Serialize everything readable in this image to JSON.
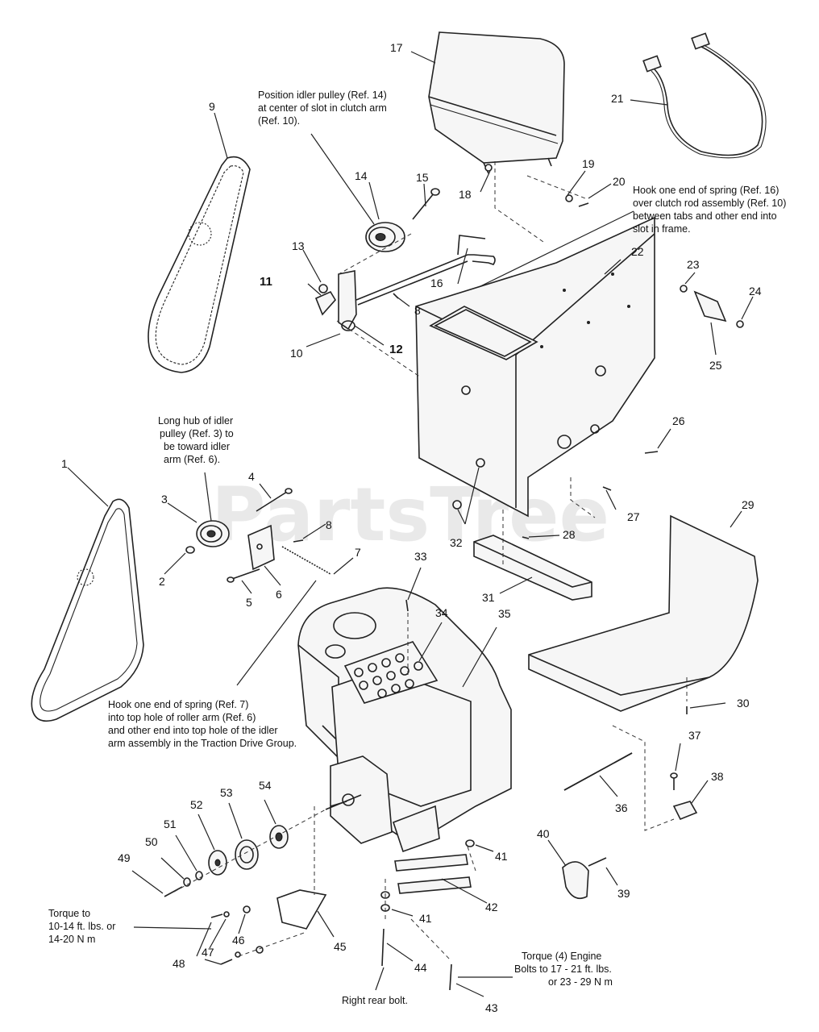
{
  "watermark": "PartsTree",
  "parts": {
    "p1": "1",
    "p2": "2",
    "p3": "3",
    "p4": "4",
    "p5": "5",
    "p6": "6",
    "p7": "7",
    "p8a": "8",
    "p8b": "8",
    "p9": "9",
    "p10": "10",
    "p11": "11",
    "p12": "12",
    "p13": "13",
    "p14": "14",
    "p15": "15",
    "p16": "16",
    "p17": "17",
    "p18": "18",
    "p19": "19",
    "p20": "20",
    "p21": "21",
    "p22": "22",
    "p23": "23",
    "p24": "24",
    "p25": "25",
    "p26": "26",
    "p27": "27",
    "p28": "28",
    "p29": "29",
    "p30": "30",
    "p31": "31",
    "p32": "32",
    "p33": "33",
    "p34": "34",
    "p35": "35",
    "p36": "36",
    "p37": "37",
    "p38": "38",
    "p39": "39",
    "p40": "40",
    "p41a": "41",
    "p41b": "41",
    "p42": "42",
    "p43": "43",
    "p44": "44",
    "p45": "45",
    "p46": "46",
    "p47": "47",
    "p48": "48",
    "p49": "49",
    "p50": "50",
    "p51": "51",
    "p52": "52",
    "p53": "53",
    "p54": "54"
  },
  "notes": {
    "idler_position": [
      "Position idler pulley (Ref. 14)",
      "at center of slot in clutch arm",
      "(Ref. 10)."
    ],
    "spring16": [
      "Hook one end of spring (Ref. 16)",
      "over clutch rod assembly (Ref. 10)",
      "between tabs and other end into",
      "slot in frame."
    ],
    "long_hub": [
      "Long hub of idler",
      "pulley (Ref. 3) to",
      "be toward idler",
      "arm (Ref. 6)."
    ],
    "spring7": [
      "Hook one end of spring (Ref. 7)",
      "into top hole of roller arm (Ref. 6)",
      "and other end into top hole of the idler",
      "arm assembly in the Traction Drive Group."
    ],
    "torque_left": [
      "Torque to",
      "10-14 ft. lbs. or",
      "14-20 N m"
    ],
    "torque_engine": [
      "Torque (4) Engine",
      "Bolts to 17 - 21 ft. lbs.",
      "or 23 - 29 N m"
    ],
    "right_rear_bolt": "Right rear bolt."
  }
}
